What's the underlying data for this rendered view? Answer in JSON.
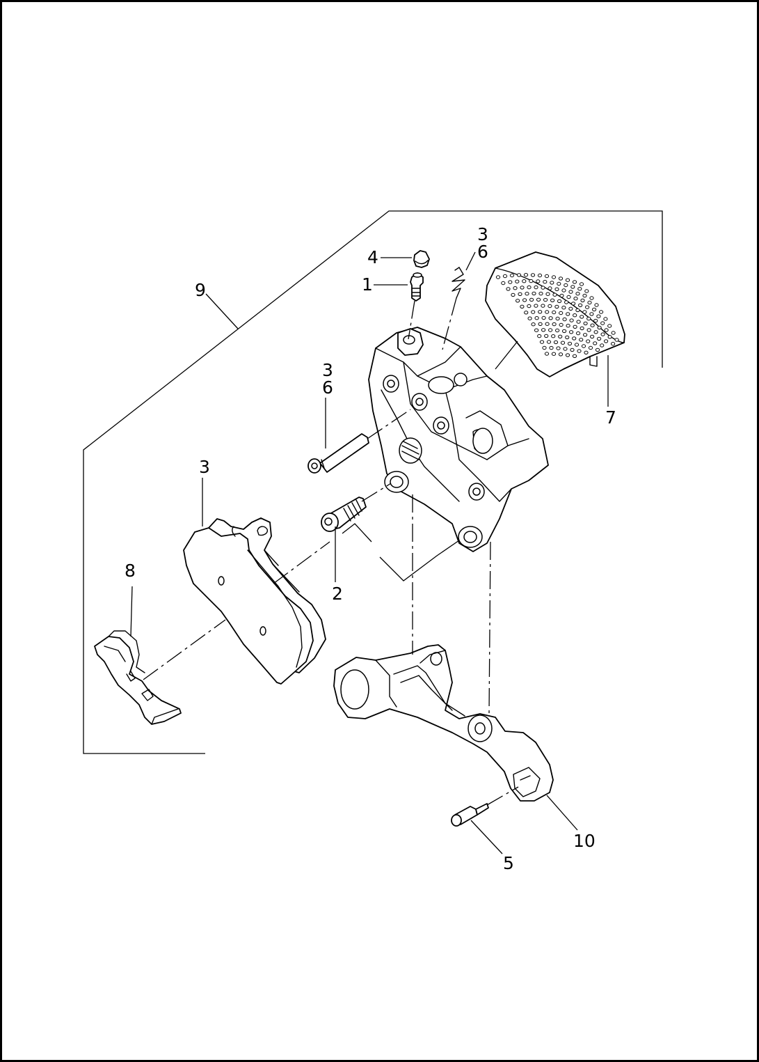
{
  "diagram": {
    "callouts": {
      "c1": "1",
      "c2": "2",
      "c3_pad": "3",
      "c3_pin": "3",
      "c6_pin": "6",
      "c3_clip": "3",
      "c6_clip": "6",
      "c4": "4",
      "c5": "5",
      "c7": "7",
      "c8": "8",
      "c9": "9",
      "c10": "10"
    }
  }
}
